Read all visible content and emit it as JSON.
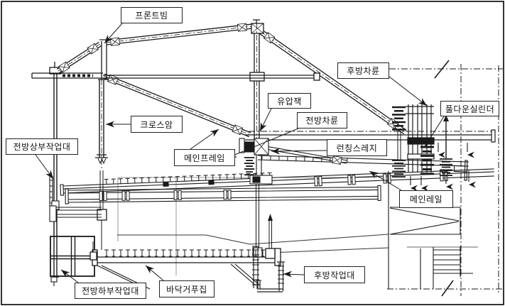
{
  "page": {
    "background": "#ffffff",
    "border_color": "#000000"
  },
  "diagram": {
    "type": "launching-gantry-form-traveler-side-elevation",
    "line_color": "#1a1a1a",
    "deck_line_color": "#999999",
    "labels": {
      "front_beam": "프론트빔",
      "rear_wheel": "후방차륜",
      "hydraulic_jack": "유압잭",
      "front_wheel": "전방차륜",
      "pulldown_cylinder": "풀다운실린더",
      "cross_arm": "크로스암",
      "front_upper_platform": "전방상부작업대",
      "launching_sledge": "런칭스레지",
      "main_frame": "메인프레임",
      "main_rail": "메인레일",
      "front_lower_platform": "전방하부작업대",
      "bottom_formwork": "바닥거푸집",
      "rear_platform": "후방작업대"
    }
  }
}
